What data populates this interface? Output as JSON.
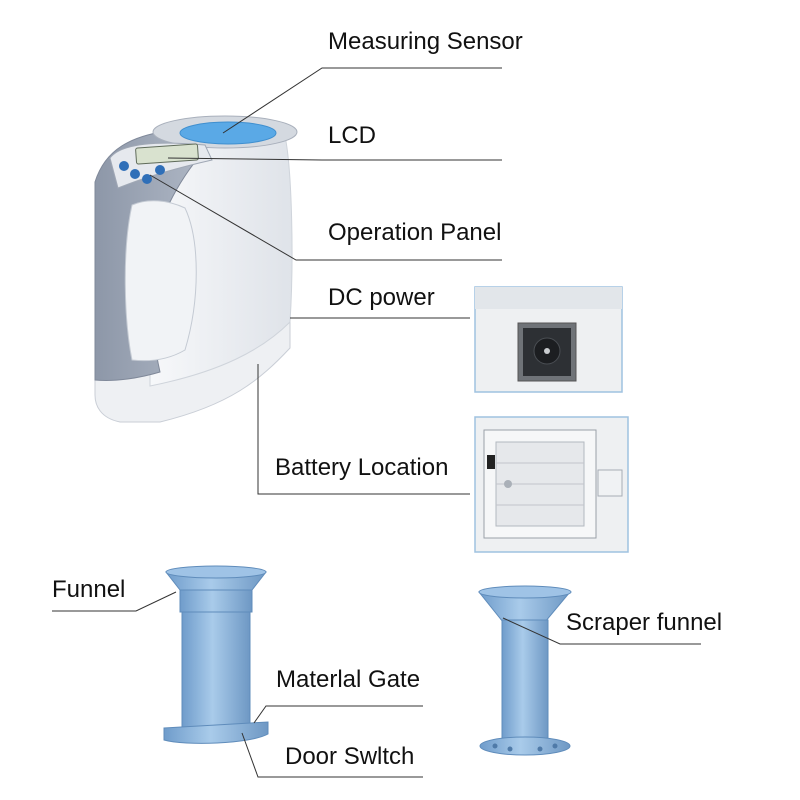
{
  "labels": {
    "measuring_sensor": "Measuring Sensor",
    "lcd": "LCD",
    "operation_panel": "Operation Panel",
    "dc_power": "DC power",
    "battery_location": "Battery Location",
    "funnel": "Funnel",
    "scraper_funnel": "Scraper funnel",
    "material_gate": "Materlal Gate",
    "door_switch": "Door Swltch"
  },
  "colors": {
    "device_gray": "#9fa8b8",
    "device_white": "#eef0f4",
    "sensor_blue": "#5aa9e6",
    "funnel_blue": "#8fb6dc",
    "leader_line": "#333333"
  }
}
